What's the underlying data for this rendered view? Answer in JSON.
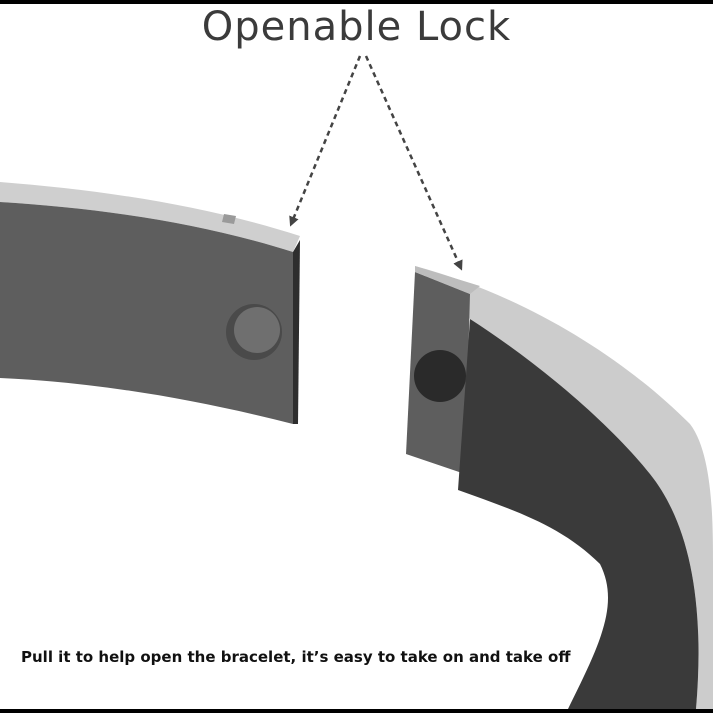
{
  "title": "Openable Lock",
  "caption": "Pull it to help open the bracelet, it’s easy to take on and take off",
  "colors": {
    "background": "#ffffff",
    "band_face": "#5c5c5c",
    "band_face_right": "#3a3a3a",
    "band_edge": "#cccccc",
    "knob": "#6f6f6f",
    "socket": "#2a2a2a",
    "arrow": "#444444"
  },
  "icons": [
    "bracelet-left-segment",
    "bracelet-right-segment",
    "lock-knob",
    "lock-socket"
  ]
}
